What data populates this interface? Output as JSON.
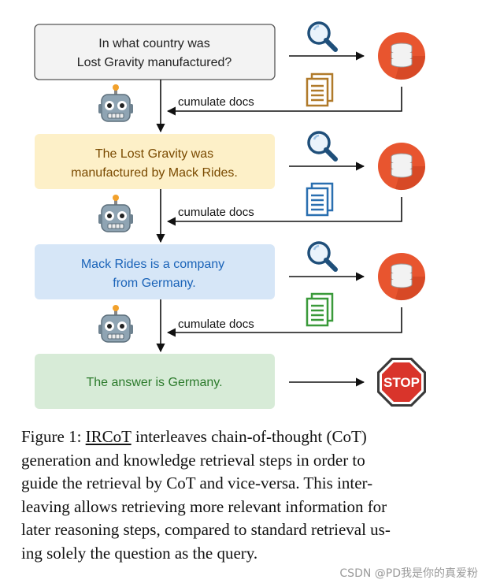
{
  "boxes": [
    {
      "text_line1": "In what country was",
      "text_line2": "Lost Gravity manufactured?",
      "fill": "#f3f3f3",
      "stroke": "#555555",
      "text_color": "#222222"
    },
    {
      "text_line1": "The Lost Gravity was",
      "text_line2": "manufactured by Mack Rides.",
      "fill": "#fdf0c8",
      "stroke": "#fdf0c8",
      "text_color": "#7a4a00"
    },
    {
      "text_line1": "Mack Rides is a company",
      "text_line2": "from Germany.",
      "fill": "#d6e6f7",
      "stroke": "#d6e6f7",
      "text_color": "#1a63b8"
    },
    {
      "text_line1": "The answer is Germany.",
      "fill": "#d7ebd7",
      "stroke": "#d7ebd7",
      "text_color": "#2b7a2b"
    }
  ],
  "labels": {
    "cumulate_docs": "cumulate docs",
    "stop": "STOP"
  },
  "icons": {
    "search": "magnifier-icon",
    "database": "database-icon",
    "document": "document-icon",
    "robot": "robot-icon",
    "stop": "stop-sign-icon"
  },
  "colors": {
    "doc_colors": [
      "#b07a2a",
      "#2a6fb0",
      "#3a9a3a"
    ],
    "database": "#e8552f",
    "magnifier": "#1f4f7a",
    "stop": "#d9342b"
  },
  "caption": {
    "figure_label": "Figure 1:",
    "method_name": "IRCoT",
    "line1_rest": "interleaves chain-of-thought (CoT)",
    "line2": "generation and knowledge retrieval steps in order to",
    "line3": "guide the retrieval by CoT and vice-versa. This inter-",
    "line4": "leaving allows retrieving more relevant information for",
    "line5": "later reasoning steps, compared to standard retrieval us-",
    "line6": "ing solely the question as the query."
  },
  "watermark": "CSDN @PD我是你的真爱粉"
}
